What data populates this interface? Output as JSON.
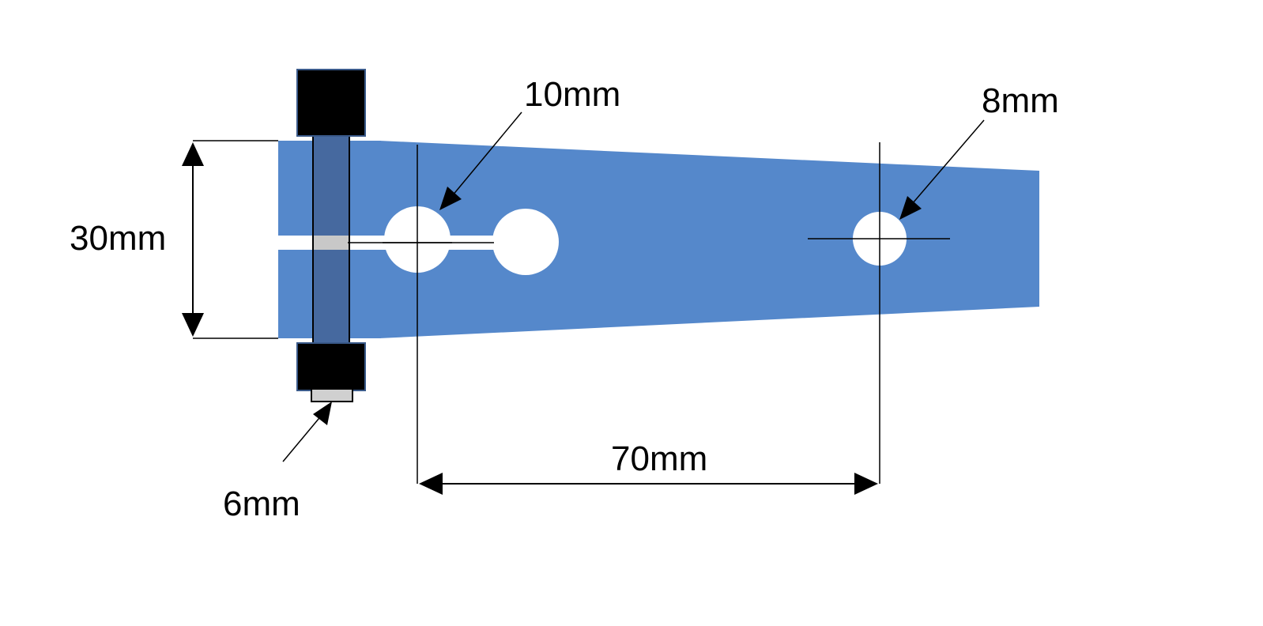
{
  "labels": {
    "height": "30mm",
    "large_hole": "10mm",
    "small_hole": "8mm",
    "spacing": "70mm",
    "bolt": "6mm"
  },
  "colors": {
    "bracket": "#5588cb",
    "bracket_dark": "#4a74b0",
    "bolt_shank": "#46699f",
    "nut": "#000000",
    "bolt_tip": "#d0d0d0",
    "lines": "#000000"
  }
}
